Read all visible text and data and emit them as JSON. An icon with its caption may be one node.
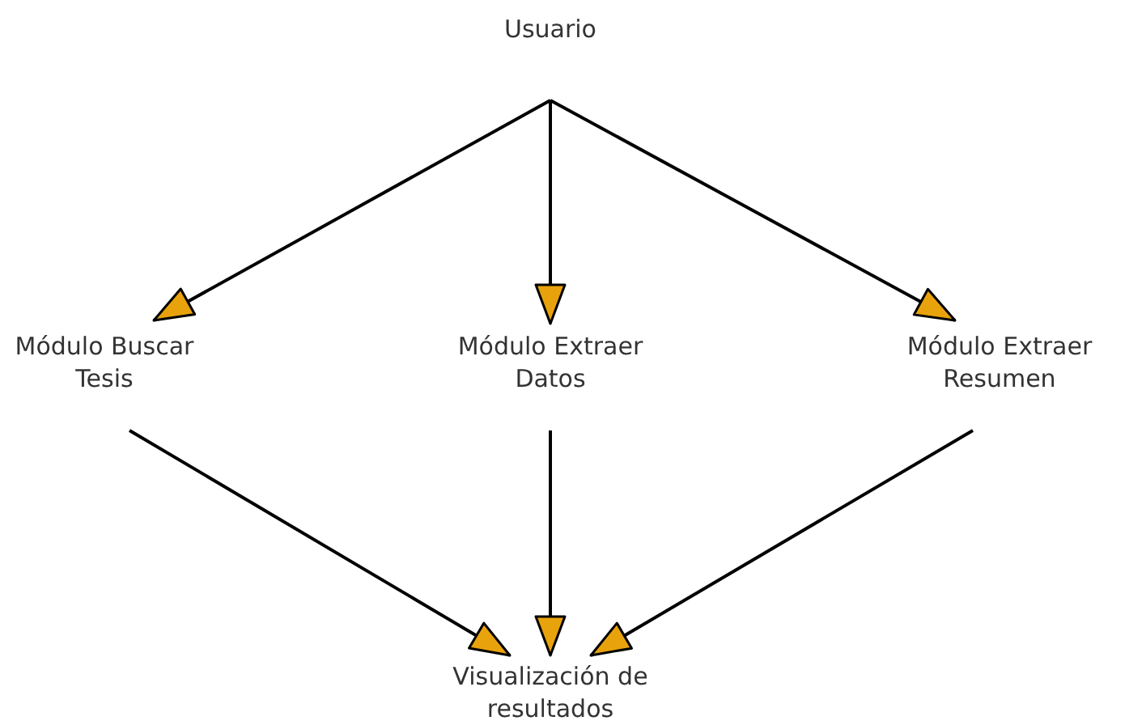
{
  "diagram": {
    "nodes": [
      {
        "text": [
          "Usuario"
        ]
      },
      {
        "text": [
          "Módulo Buscar Tesis"
        ]
      },
      {
        "text": [
          "Módulo Extraer Datos"
        ]
      },
      {
        "text": [
          "Módulo Extraer Resumen"
        ]
      },
      {
        "text": [
          "Visualización de resultados"
        ]
      }
    ],
    "edges": [
      {
        "from": 0,
        "to": 1,
        "arrow": "to"
      },
      {
        "from": 0,
        "to": 2,
        "arrow": "to"
      },
      {
        "from": 0,
        "to": 3,
        "arrow": "to"
      },
      {
        "from": 1,
        "to": 4,
        "arrow": "to"
      },
      {
        "from": 2,
        "to": 4,
        "arrow": "to"
      },
      {
        "from": 3,
        "to": 4,
        "arrow": "to"
      }
    ]
  }
}
